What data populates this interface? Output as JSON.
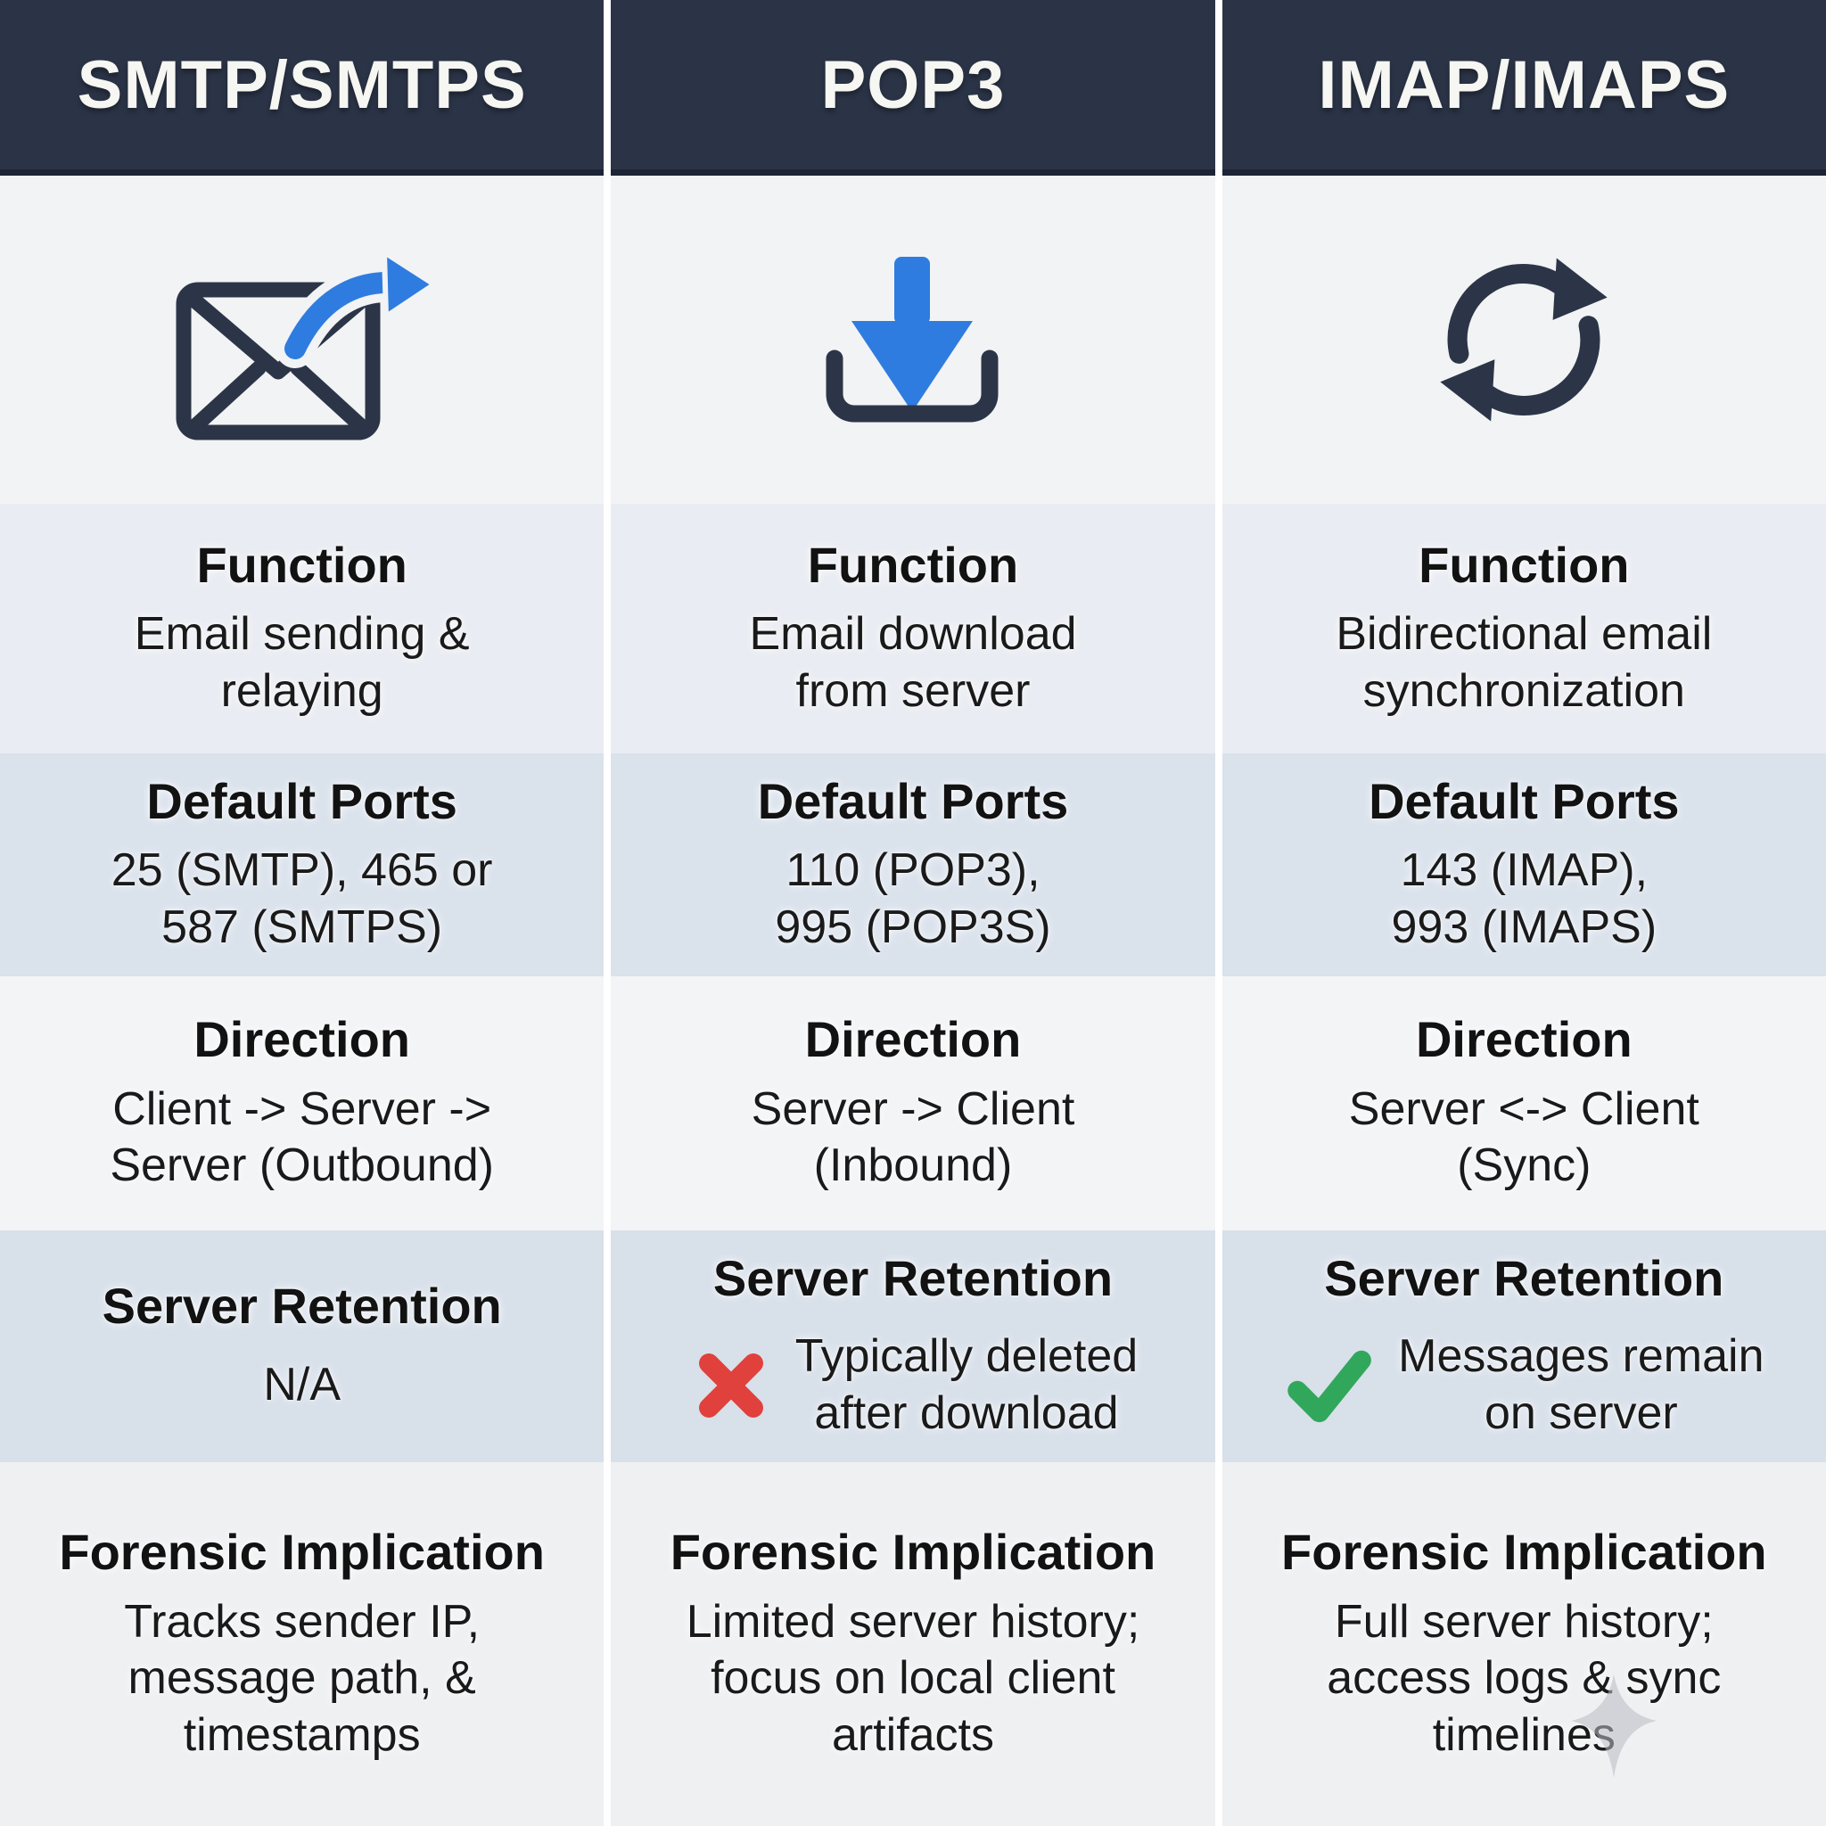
{
  "colors": {
    "header_bg": "#2b3447",
    "icon_navy": "#2c3548",
    "accent_blue": "#2f7ce0",
    "cross_red": "#e0413c",
    "check_green": "#31a75c",
    "row_ports_bg": "#dae2ec",
    "row_retention_bg": "#d8e0ea"
  },
  "watermark_icon": "sparkle-icon",
  "columns": [
    {
      "header": "SMTP/SMTPS",
      "icon": "email-send-icon",
      "function": {
        "label": "Function",
        "value": "Email sending &\nrelaying"
      },
      "ports": {
        "label": "Default Ports",
        "value": "25 (SMTP), 465 or\n587 (SMTPS)"
      },
      "direction": {
        "label": "Direction",
        "value": "Client -> Server ->\nServer (Outbound)"
      },
      "retention": {
        "label": "Server Retention",
        "value": "N/A",
        "status_icon": "none"
      },
      "forensic": {
        "label": "Forensic Implication",
        "value": "Tracks sender IP,\nmessage path, &\ntimestamps"
      }
    },
    {
      "header": "POP3",
      "icon": "download-icon",
      "function": {
        "label": "Function",
        "value": "Email download\nfrom server"
      },
      "ports": {
        "label": "Default Ports",
        "value": "110 (POP3),\n995 (POP3S)"
      },
      "direction": {
        "label": "Direction",
        "value": "Server -> Client\n(Inbound)"
      },
      "retention": {
        "label": "Server Retention",
        "value": "Typically deleted\nafter download",
        "status_icon": "cross-icon"
      },
      "forensic": {
        "label": "Forensic Implication",
        "value": "Limited server history;\nfocus on local client\nartifacts"
      }
    },
    {
      "header": "IMAP/IMAPS",
      "icon": "sync-icon",
      "function": {
        "label": "Function",
        "value": "Bidirectional email\nsynchronization"
      },
      "ports": {
        "label": "Default Ports",
        "value": "143 (IMAP),\n993 (IMAPS)"
      },
      "direction": {
        "label": "Direction",
        "value": "Server <-> Client\n(Sync)"
      },
      "retention": {
        "label": "Server Retention",
        "value": "Messages remain\non server",
        "status_icon": "check-icon"
      },
      "forensic": {
        "label": "Forensic Implication",
        "value": "Full server history;\naccess logs & sync\ntimelines"
      }
    }
  ]
}
